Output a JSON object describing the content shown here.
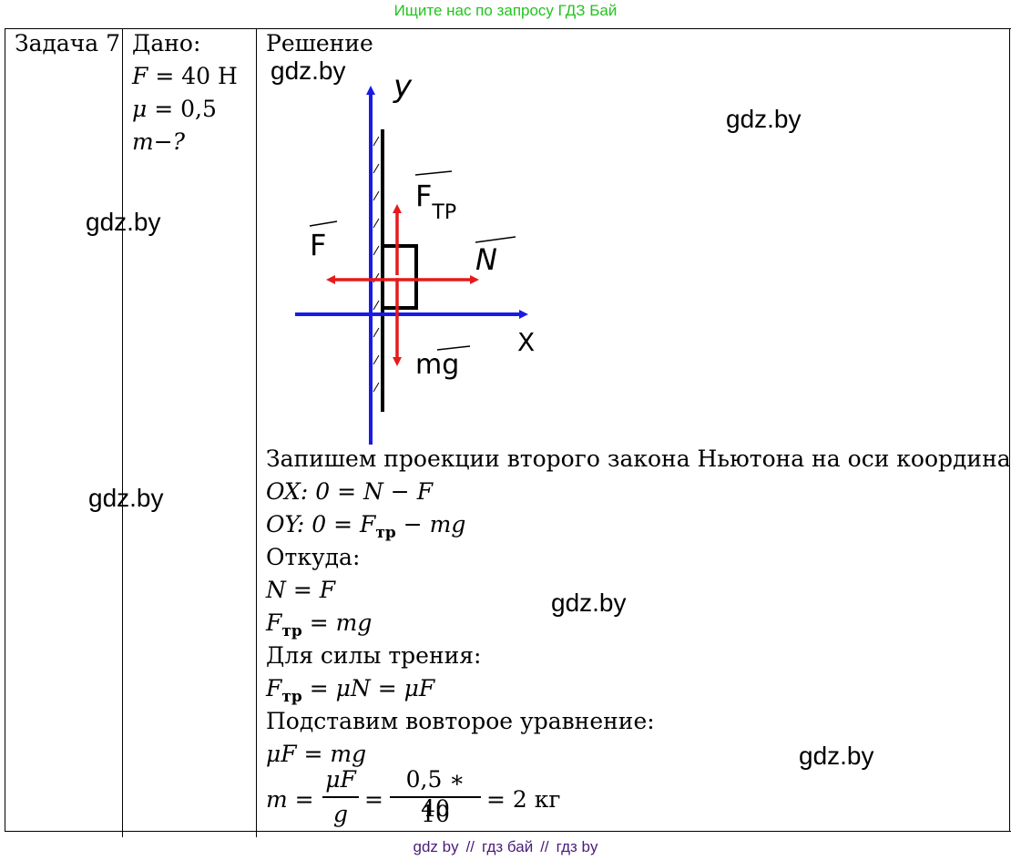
{
  "top_note": "Ищите нас по запросу ГДЗ Бай",
  "footer": {
    "a": "gdz by",
    "sep": "//",
    "b": "гдз бай",
    "c": "гдз by"
  },
  "task_label": "Задача 7",
  "given": {
    "heading": "Дано:",
    "force_sym": "F",
    "force_val": "= 40 Н",
    "mu_sym": "μ",
    "mu_val": "= 0,5",
    "unknown": "m−?"
  },
  "solution_heading": "Решение",
  "diagram": {
    "axis_y": "y",
    "axis_x": "X",
    "label_ftr_main": "F",
    "label_ftr_sub": "TP",
    "label_f": "F",
    "label_n": "N",
    "label_mg": "mg",
    "colors": {
      "axis": "#1a1ae6",
      "force": "#e61a1a",
      "wall": "#000000"
    }
  },
  "solution": {
    "intro": "Запишем проекции второго закона Ньютона на оси координат:",
    "ox_a": "OX",
    "ox_b": ": 0 = N − F",
    "oy_a": "OY",
    "oy_b": ": 0 = F",
    "oy_sub": "тр",
    "oy_c": " − mg",
    "whence": "Откуда:",
    "n_eq": "N = F",
    "ftr1_a": "F",
    "ftr1_sub": "тр",
    "ftr1_b": " = mg",
    "friction_label": "Для силы трения:",
    "ftr2_a": "F",
    "ftr2_sub": "тр",
    "ftr2_b": " = μN = μF",
    "substitute": "Подставим вовторое уравнение:",
    "mu_eq": "μF = mg",
    "m_label": "m =",
    "frac1_num": "μF",
    "frac1_den": "g",
    "eq1": "=",
    "frac2_num": "0,5 ∗ 40",
    "frac2_den": "10",
    "result": "= 2 кг"
  },
  "watermarks": [
    "gdz.by",
    "gdz.by",
    "gdz.by",
    "gdz.by",
    "gdz.by",
    "gdz.by"
  ]
}
